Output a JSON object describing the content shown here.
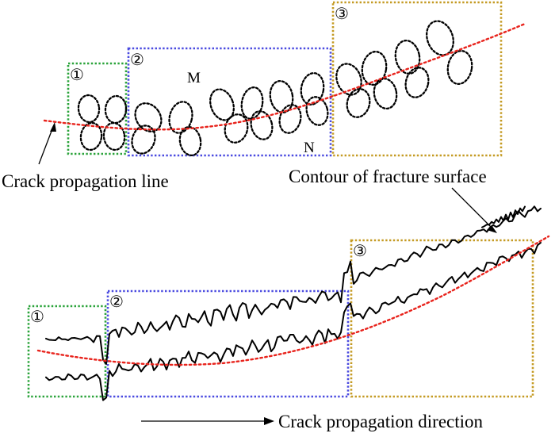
{
  "labels": {
    "crack_line": "Crack propagation line",
    "contour": "Contour of fracture surface",
    "direction": "Crack propagation direction",
    "point_m": "M",
    "point_n": "N"
  },
  "zones": {
    "zone1": "①",
    "zone2": "②",
    "zone3": "③"
  },
  "colors": {
    "zone1": "#2aa33a",
    "zone2": "#4a4ae0",
    "zone3": "#c49a22",
    "crack": "#e8231c"
  }
}
